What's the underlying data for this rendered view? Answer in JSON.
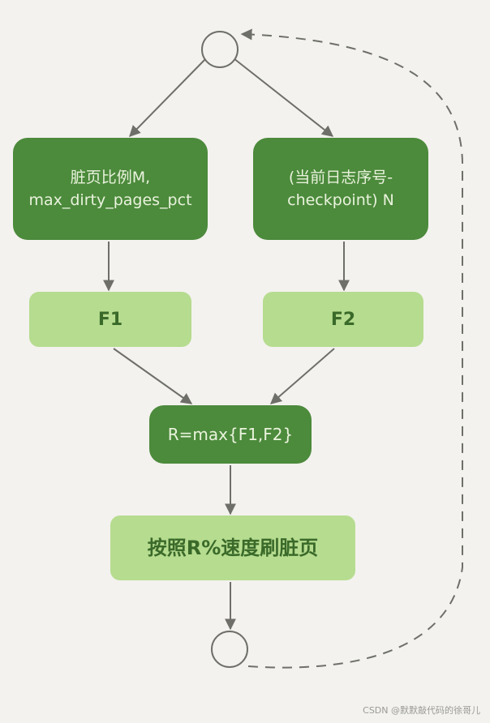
{
  "nodes": {
    "dirty_ratio": {
      "line1": "脏页比例M,",
      "line2": "max_dirty_pages_pct"
    },
    "lsn_gap": {
      "line1": "(当前日志序号-",
      "line2": "checkpoint) N"
    },
    "f1": {
      "label": "F1"
    },
    "f2": {
      "label": "F2"
    },
    "rmax": {
      "label": "R=max{F1,F2}"
    },
    "flush": {
      "label": "按照R%速度刷脏页"
    }
  },
  "watermark": "CSDN @默默敲代码的徐哥儿",
  "colors": {
    "background": "#f3f2ee",
    "dark_node": "#4c8a3c",
    "light_node": "#b6dc8f",
    "arrow": "#6f6f6a"
  }
}
